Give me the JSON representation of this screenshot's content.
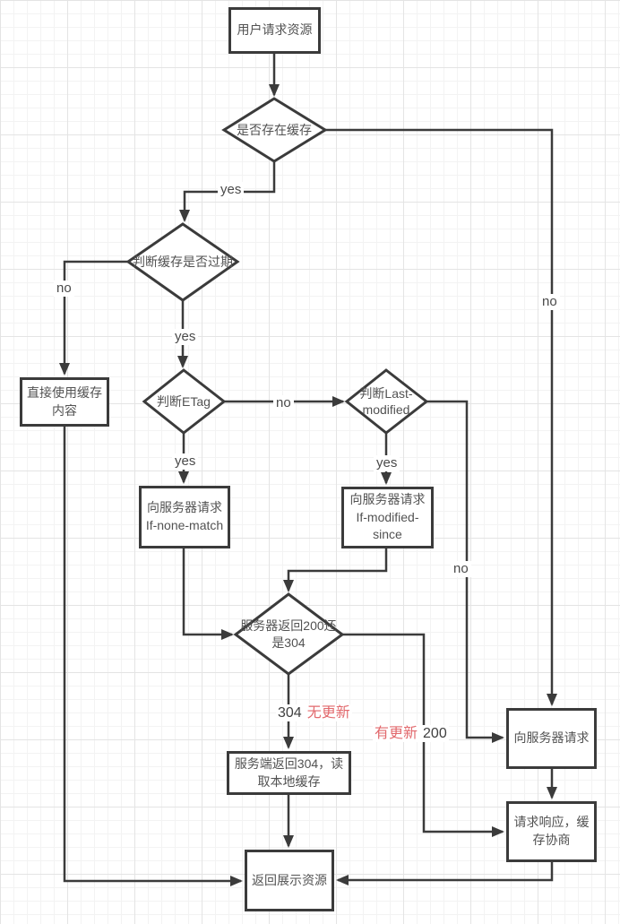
{
  "canvas": {
    "background": "#ffffff",
    "grid_minor_color": "#f3f3f3",
    "grid_major_color": "#e4e4e4",
    "line_color": "#3b3b3b",
    "text_color": "#525252",
    "accent_red": "#e2696d"
  },
  "nodes": {
    "start": {
      "type": "process",
      "label": "用户请求资源"
    },
    "has_cache": {
      "type": "decision",
      "label": "是否存在缓存"
    },
    "cache_expired": {
      "type": "decision",
      "label": "判断缓存是否过期"
    },
    "use_cache": {
      "type": "process",
      "label": "直接使用缓存内容"
    },
    "check_etag": {
      "type": "decision",
      "label": "判断ETag"
    },
    "check_last_modified": {
      "type": "decision",
      "label": "判断Last-modified"
    },
    "request_if_none_match": {
      "type": "process",
      "label": "向服务器请求 If-none-match"
    },
    "request_if_modified_since": {
      "type": "process",
      "label": "向服务器请求 If-modified-since"
    },
    "server_return_code": {
      "type": "decision",
      "label": "服务器返回200还是304"
    },
    "return_304_local_cache": {
      "type": "process",
      "label": "服务端返回304，读取本地缓存"
    },
    "request_server": {
      "type": "process",
      "label": "向服务器请求"
    },
    "response_cache_negotiate": {
      "type": "process",
      "label": "请求响应，缓存协商"
    },
    "display_resource": {
      "type": "process",
      "label": "返回展示资源"
    }
  },
  "edge_labels": {
    "has_cache_yes": "yes",
    "has_cache_no": "no",
    "expired_yes": "yes",
    "expired_no": "no",
    "etag_yes": "yes",
    "etag_no": "no",
    "last_modified_yes": "yes",
    "last_modified_no": "no",
    "status_304": "304",
    "no_update": "无更新",
    "has_update": "有更新",
    "status_200": "200"
  }
}
